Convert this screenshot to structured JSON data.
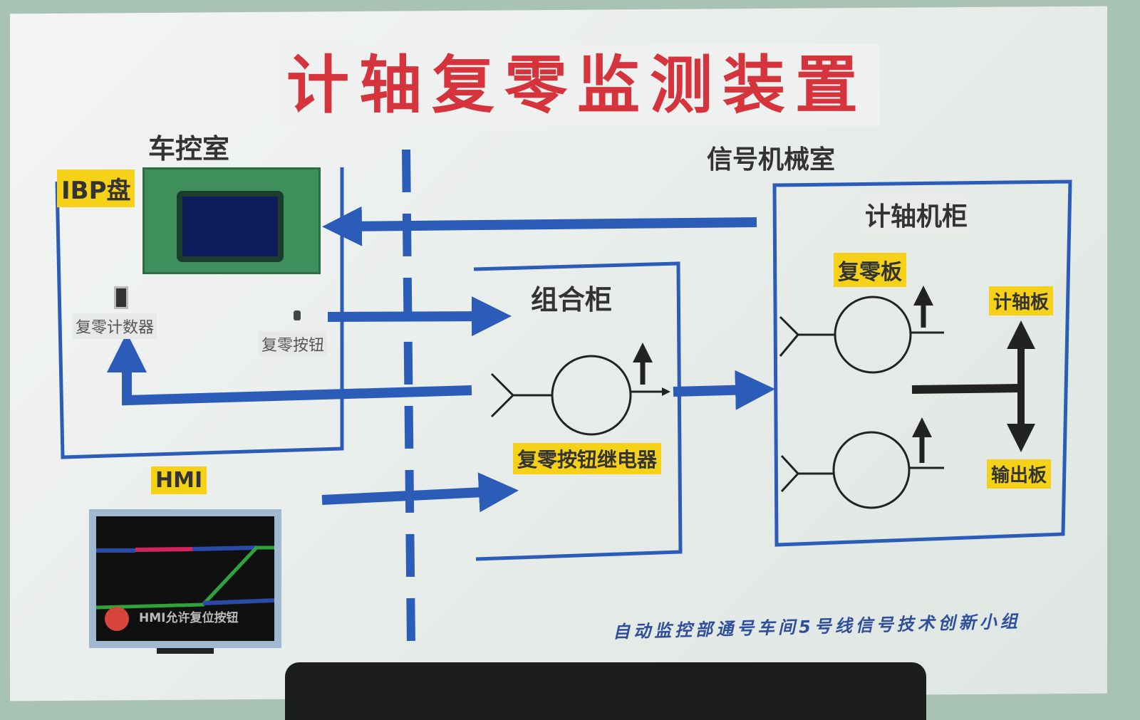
{
  "title": "计轴复零监测装置",
  "rooms": {
    "control_room": "车控室",
    "signal_room": "信号机械室"
  },
  "control_room": {
    "ibp": "IBP盘",
    "counter": "复零计数器",
    "reset_button": "复零按钮"
  },
  "hmi": {
    "label": "HMI",
    "screen_button": "HMI允许复位按钮"
  },
  "combo_cabinet": {
    "label": "组合柜",
    "relay": "复零按钮继电器"
  },
  "axle_cabinet": {
    "label": "计轴机柜",
    "reset_board": "复零板",
    "axle_board": "计轴板",
    "output_board": "输出板"
  },
  "footer": "自动监控部通号车间5号线信号技术创新小组",
  "colors": {
    "title": "#d5343c",
    "line": "#2a5cb8",
    "label_bg": "#f5d218"
  }
}
